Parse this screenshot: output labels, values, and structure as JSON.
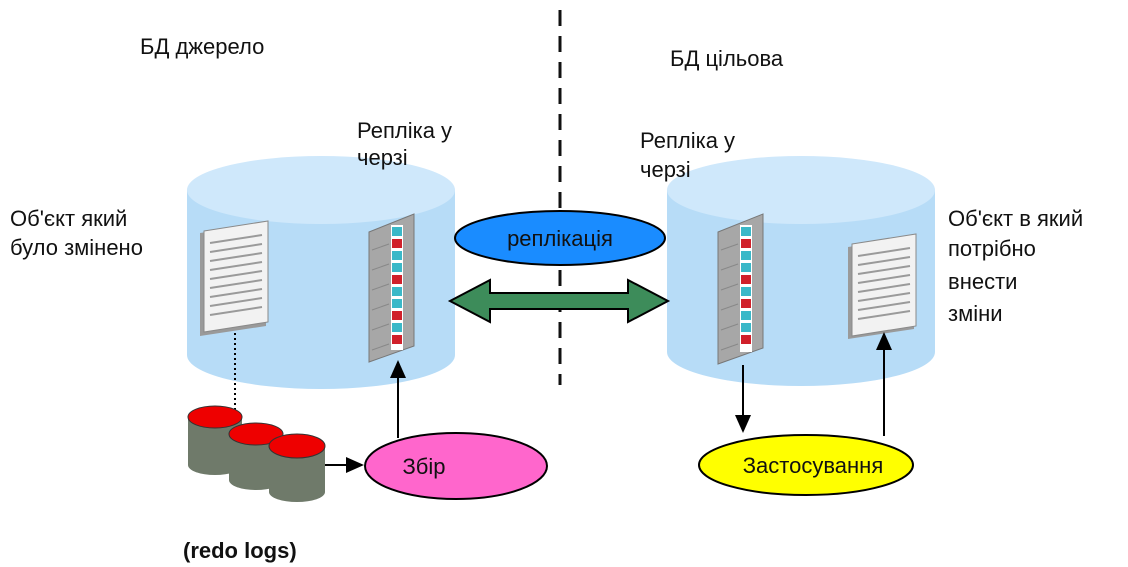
{
  "source_db": {
    "title": "БД джерело",
    "queue_label": [
      "Репліка у",
      "черзі"
    ],
    "object_label": [
      "Об'єкт який",
      "було змінено"
    ]
  },
  "target_db": {
    "title": "БД цільова",
    "queue_label": [
      "Репліка у",
      "черзі"
    ],
    "object_label": [
      "Об'єкт в який",
      "потрібно",
      "внести",
      "зміни"
    ]
  },
  "processes": {
    "replication": "реплікація",
    "capture": "Збір",
    "apply": "Застосування"
  },
  "redo_logs_label": "(redo logs)",
  "colors": {
    "cylinder_fill": "#b7dcf7",
    "cylinder_top": "#cfe8fb",
    "replication_fill": "#1a8cff",
    "capture_fill": "#ff66cc",
    "apply_fill": "#ffff00",
    "arrow_fill": "#3d8c5a",
    "log_red": "#ee0000",
    "log_body": "#6f7a6a",
    "queue_red": "#d0202a",
    "queue_cyan": "#3ab8c8"
  }
}
